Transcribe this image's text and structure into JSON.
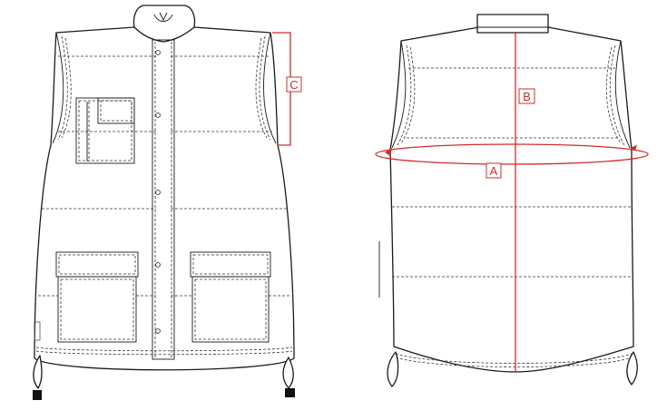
{
  "views": [
    "front",
    "back"
  ],
  "measurements": {
    "A": "A",
    "B": "B",
    "C": "C"
  },
  "colors": {
    "measurement": "#d42b2b",
    "outline": "#1a1a1a",
    "fill": "#ffffff"
  }
}
